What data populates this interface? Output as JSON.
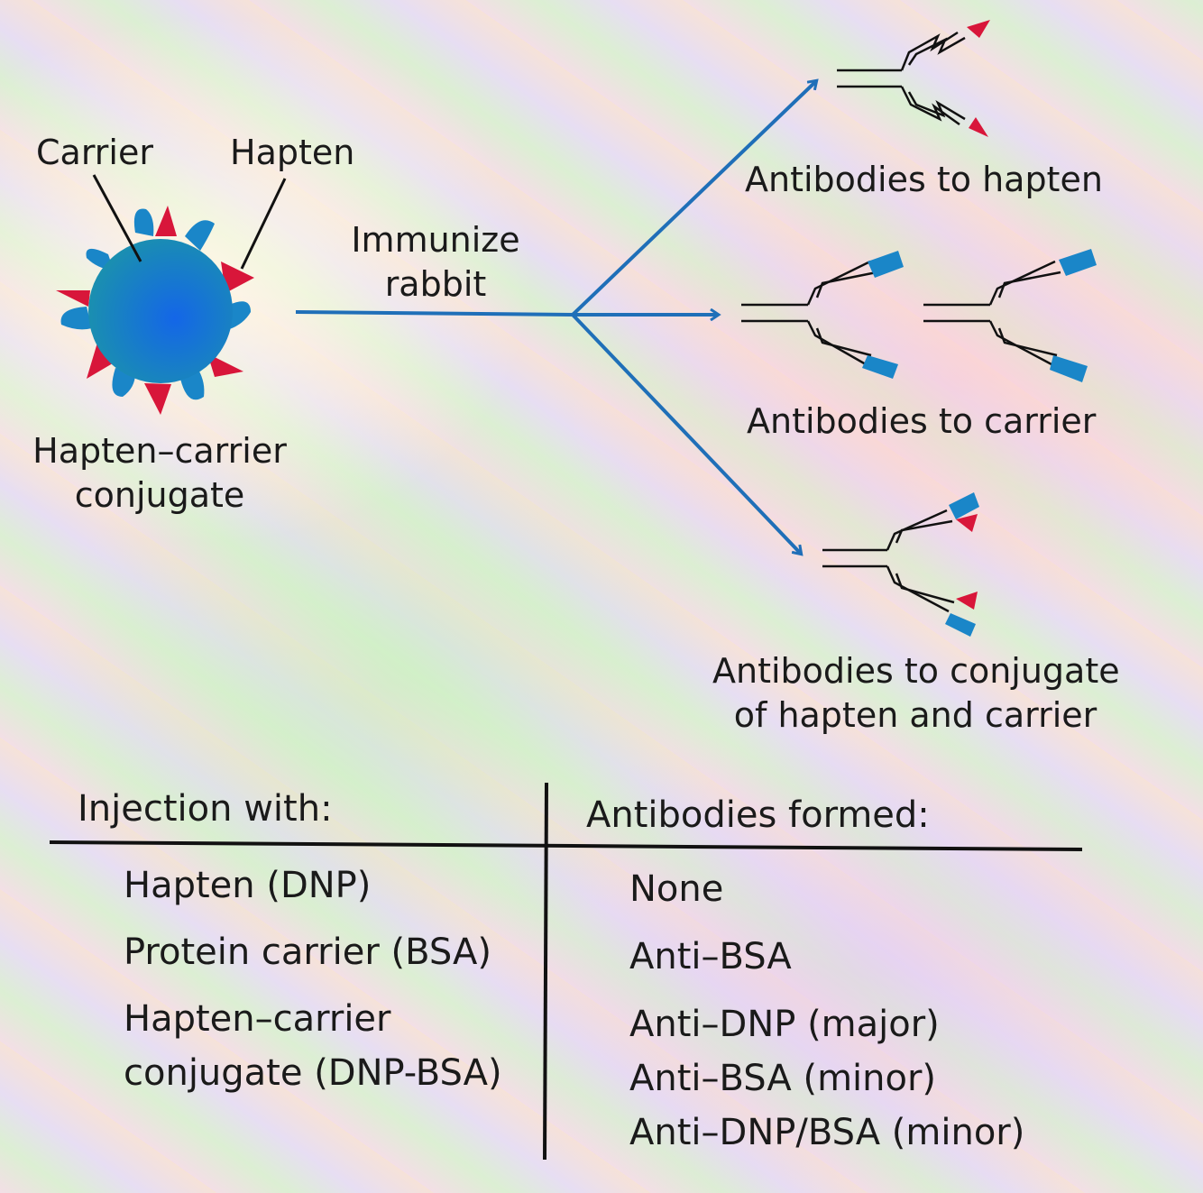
{
  "diagram": {
    "carrier_label": "Carrier",
    "hapten_label": "Hapten",
    "conjugate_label_line1": "Hapten–carrier",
    "conjugate_label_line2": "conjugate",
    "immunize_line1": "Immunize",
    "immunize_line2": "rabbit",
    "antibodies_hapten": "Antibodies to hapten",
    "antibodies_carrier": "Antibodies to carrier",
    "antibodies_conjugate_line1": "Antibodies to conjugate",
    "antibodies_conjugate_line2": "of hapten and carrier"
  },
  "table": {
    "headers": [
      "Injection with:",
      "Antibodies formed:"
    ],
    "left_rows": [
      "Hapten (DNP)",
      "Protein carrier (BSA)",
      "Hapten–carrier",
      "conjugate (DNP-BSA)"
    ],
    "right_rows": [
      "None",
      "Anti–BSA",
      "Anti–DNP (major)",
      "Anti–BSA (minor)",
      "Anti–DNP/BSA (minor)"
    ]
  },
  "colors": {
    "arrow": "#1f6fb8",
    "carrier_blue": "#1a7fd6",
    "hapten_red": "#d8163a",
    "line_black": "#111111"
  }
}
